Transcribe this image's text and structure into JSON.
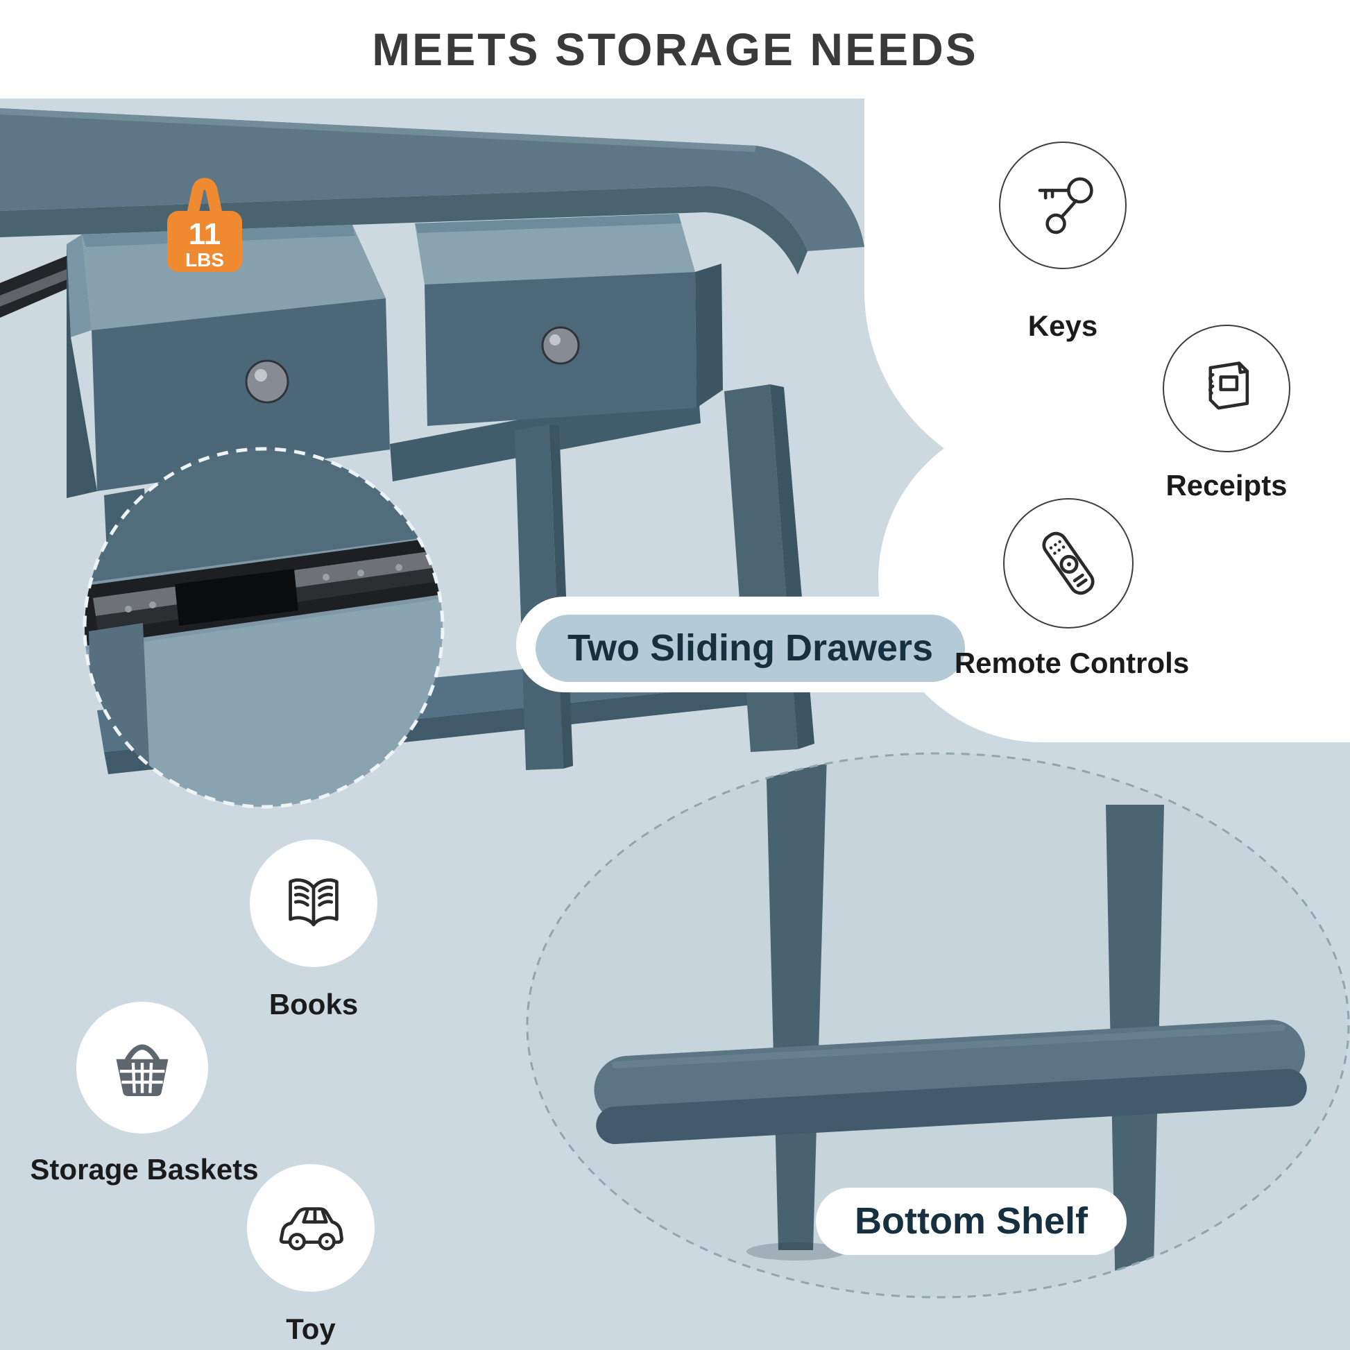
{
  "header": {
    "title": "MEETS STORAGE NEEDS"
  },
  "weight_badge": {
    "value": "11",
    "unit": "LBS"
  },
  "callouts": {
    "drawers_label": "Two Sliding Drawers",
    "shelf_label": "Bottom Shelf"
  },
  "right_items": [
    {
      "icon": "keys-icon",
      "label": "Keys"
    },
    {
      "icon": "receipts-icon",
      "label": "Receipts"
    },
    {
      "icon": "remote-control-icon",
      "label": "Remote Controls"
    }
  ],
  "left_items": [
    {
      "icon": "books-icon",
      "label": "Books"
    },
    {
      "icon": "storage-basket-icon",
      "label": "Storage Baskets"
    },
    {
      "icon": "toy-car-icon",
      "label": "Toy"
    }
  ],
  "colors": {
    "page_background": "#ffffff",
    "scene_background": "#ccd9e1",
    "table_wood": "#4c6778",
    "drawer_interior": "#87a0ae",
    "accent_orange": "#ef8a31",
    "callout_pill": "#b5cad7",
    "callout_text": "#16303f",
    "title_text": "#3a3a3a"
  }
}
